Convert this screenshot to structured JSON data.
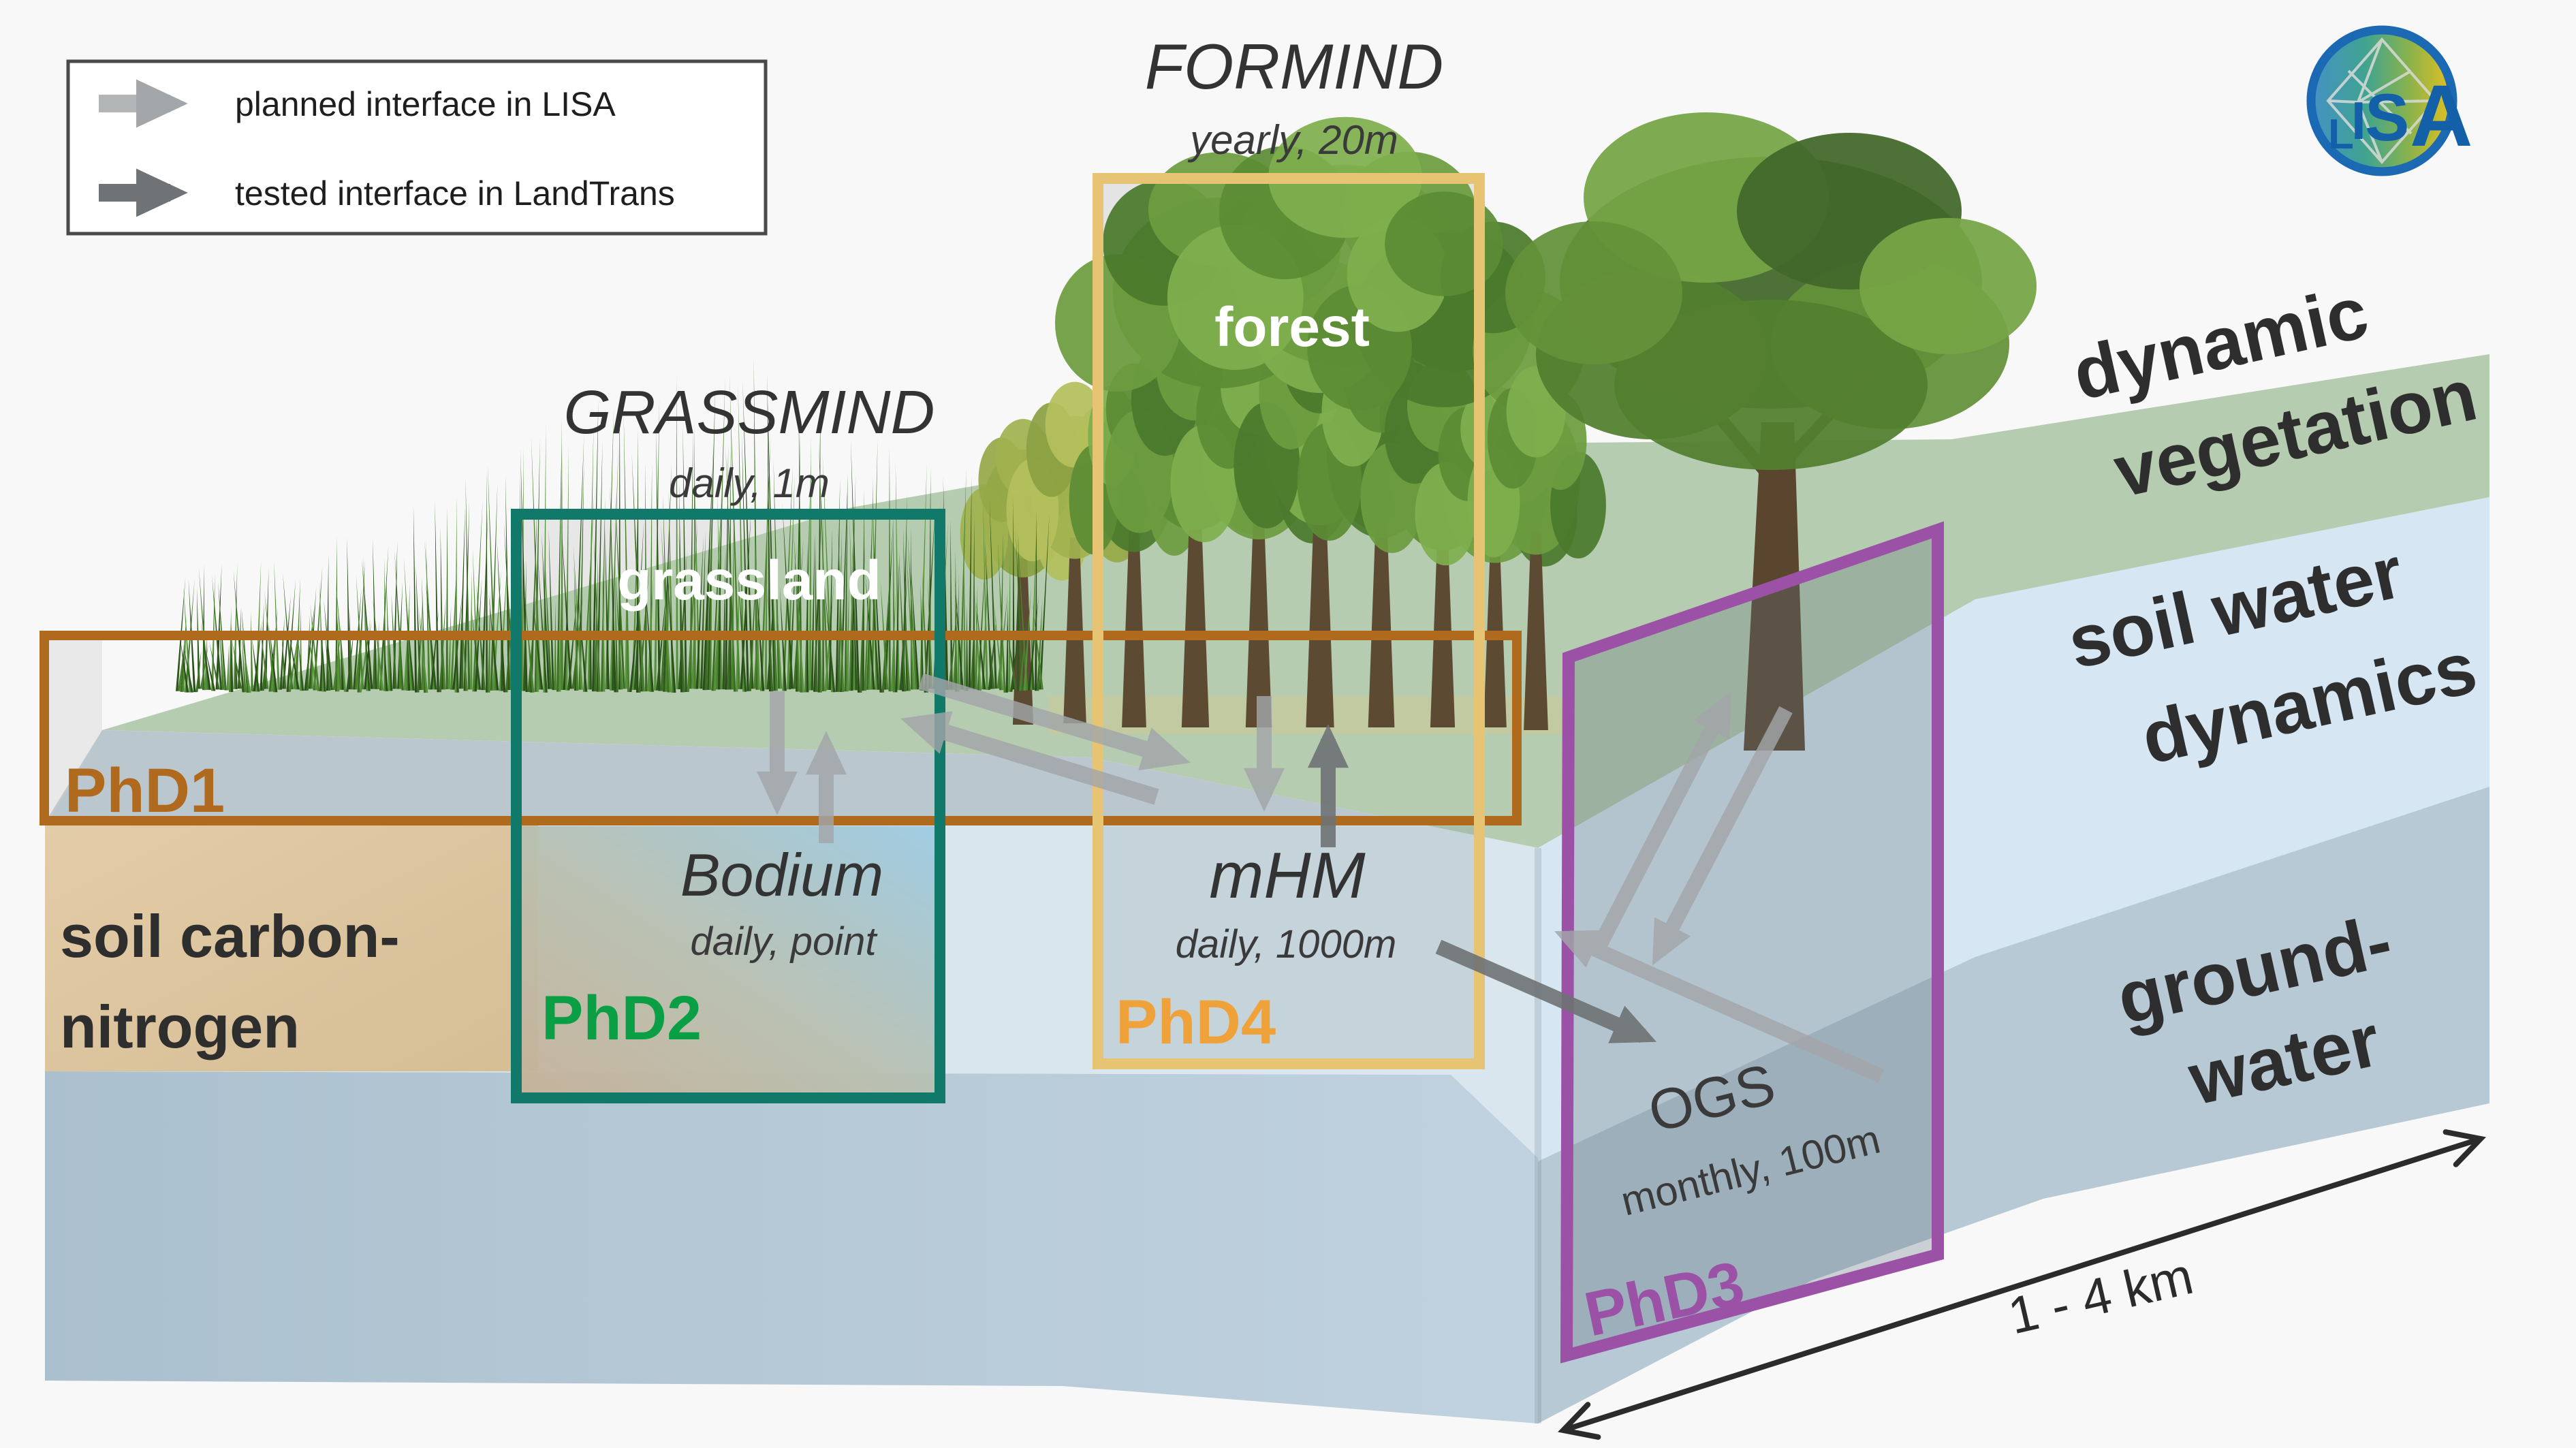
{
  "legend": {
    "items": [
      {
        "label": "planned interface in LISA",
        "type": "planned",
        "arrow_color": "#b2b5b6"
      },
      {
        "label": "tested interface in LandTrans",
        "type": "tested",
        "arrow_color": "#6f7375"
      }
    ]
  },
  "logo": {
    "letters": [
      "L",
      "I",
      "S",
      "A"
    ]
  },
  "surface_models": {
    "grassmind": {
      "name": "GRASSMIND",
      "resolution": "daily, 1m",
      "land_cover": "grassland"
    },
    "formind": {
      "name": "FORMIND",
      "resolution": "yearly, 20m",
      "land_cover": "forest"
    }
  },
  "subsurface_models": {
    "bodium": {
      "name": "Bodium",
      "resolution": "daily, point"
    },
    "mhm": {
      "name": "mHM",
      "resolution": "daily, 1000m"
    },
    "ogs": {
      "name": "OGS",
      "resolution": "monthly, 100m"
    }
  },
  "phd_projects": {
    "phd1": {
      "label": "PhD1",
      "color": "#b06a1e"
    },
    "phd2": {
      "label": "PhD2",
      "color": "#0a9e45"
    },
    "phd3": {
      "label": "PhD3",
      "color": "#9b51a5"
    },
    "phd4": {
      "label": "PhD4",
      "color": "#f0a23a"
    }
  },
  "layer_labels": {
    "vegetation": {
      "line1": "dynamic",
      "line2": "vegetation"
    },
    "soil_water": {
      "line1": "soil water",
      "line2": "dynamics"
    },
    "groundwater": {
      "line1": "ground-",
      "line2": "water"
    },
    "soil_carbon": {
      "line1": "soil carbon-",
      "line2": "nitrogen"
    }
  },
  "scale": {
    "label": "1 - 4 km"
  }
}
